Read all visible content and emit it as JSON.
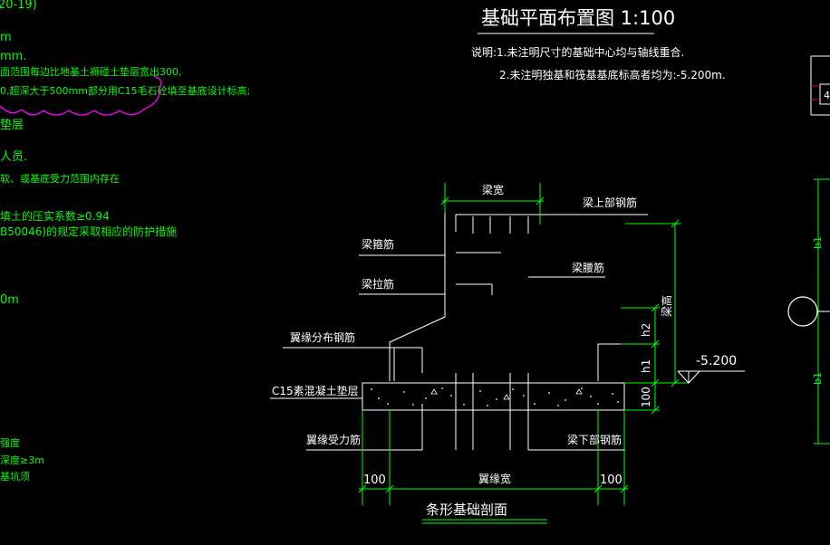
{
  "colors": {
    "background": "#000000",
    "text": "#ffffff",
    "note": "#00ff00",
    "dimension": "#00ff00",
    "cloud": "#ff00ff",
    "line": "#ffffff"
  },
  "left_notes": [
    "20-19)",
    "m",
    "mm.",
    "面范围每边比地基土褥碰土垫层宽出300,",
    "0,超深大于500mm部分用C15毛石砼填至基底设计标高;",
    "垫层",
    "人员.",
    "软、或基底受力范围内存在",
    "填土的压实系数≥0.94",
    "B50046)的规定采取相应的防护措施",
    "0m",
    "强度",
    "深度≥3m",
    "基坑须"
  ],
  "header": {
    "title": "基础平面布置图 1:100",
    "note_line1": "说明:1.未注明尺寸的基础中心均与轴线重合.",
    "note_line2": "2.未注明独基和筏基基底标高者均为:-5.200m."
  },
  "section": {
    "beam_width": "梁宽",
    "beam_top_rebar": "梁上部钢筋",
    "beam_stirrup": "梁箍筋",
    "beam_waist_rebar": "梁腰筋",
    "beam_tie_rebar": "梁拉筋",
    "flange_dist_rebar": "翼缘分布钢筋",
    "c15_cushion": "C15素混凝土垫层",
    "flange_main_rebar": "翼缘受力筋",
    "beam_bottom_rebar": "梁下部钢筋",
    "beam_height": "梁高",
    "h2": "h2",
    "h1": "h1",
    "elevation": "-5.200",
    "cushion_thk": "100",
    "dim_left": "100",
    "dim_right": "100",
    "flange_width": "翼缘宽",
    "caption": "条形基础剖面"
  },
  "right_edge": {
    "b1_top": "b1",
    "b1_bottom": "b1",
    "box_text": "4"
  }
}
